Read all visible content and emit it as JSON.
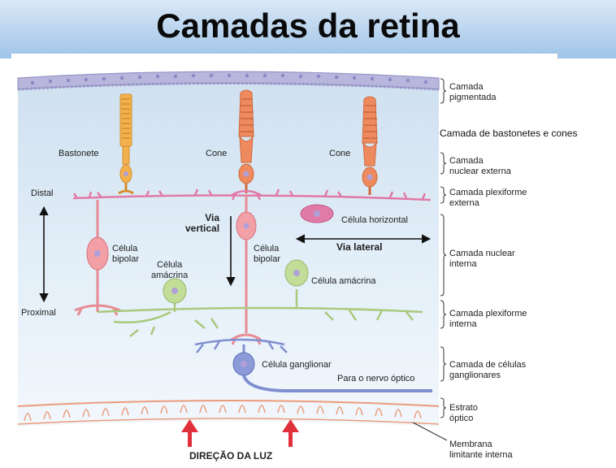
{
  "title": "Camadas da retina",
  "cells": {
    "rod": "Bastonete",
    "cone_1": "Cone",
    "cone_2": "Cone",
    "horizontal": "Célula horizontal",
    "bipolar_1": "Célula\nbipolar",
    "bipolar_2": "Célula\nbipolar",
    "amacrine_1": "Célula\namácrina",
    "amacrine_2": "Célula amácrina",
    "ganglion": "Célula ganglionar",
    "optic_nerve": "Para o nervo óptico"
  },
  "pathways": {
    "vertical": "Via\nvertical",
    "lateral": "Via lateral"
  },
  "axis": {
    "distal": "Distal",
    "proximal": "Proximal"
  },
  "light_direction": "DIREÇÃO DA LUZ",
  "layers": [
    {
      "id": "pigmentada",
      "label": "Camada\npigmentada"
    },
    {
      "id": "bastonetes-cones",
      "label": "Camada de bastonetes e cones"
    },
    {
      "id": "nuclear-externa",
      "label": "Camada\nnuclear externa"
    },
    {
      "id": "plexiforme-externa",
      "label": "Camada plexiforme\nexterna"
    },
    {
      "id": "nuclear-interna",
      "label": "Camada nuclear\ninterna"
    },
    {
      "id": "plexiforme-interna",
      "label": "Camada plexiforme\ninterna"
    },
    {
      "id": "celulas-ganglionares",
      "label": "Camada de células\nganglionares"
    },
    {
      "id": "estrato-optico",
      "label": "Estrato\nóptico"
    },
    {
      "id": "membrana-limitante",
      "label": "Membrana\nlimitante interna"
    }
  ],
  "colors": {
    "header_band": "#9fc4e8",
    "photoreceptor_rod": "#f2b14d",
    "photoreceptor_cone": "#ee8a5e",
    "bipolar": "#f2a0a6",
    "horizontal": "#e07aa6",
    "amacrine": "#b9d890",
    "ganglion": "#7f8fd0",
    "light_arrow": "#e0303c"
  }
}
